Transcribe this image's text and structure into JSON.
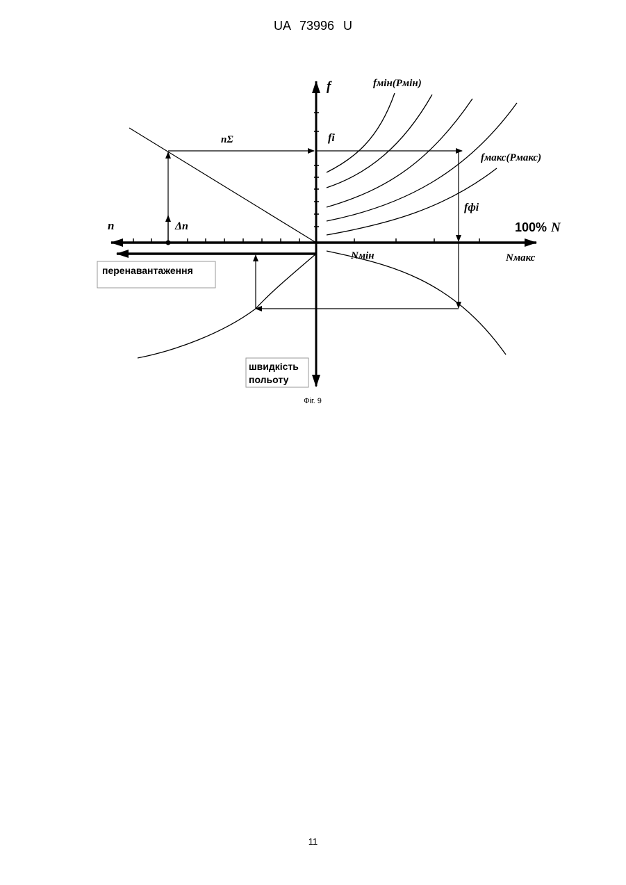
{
  "header": {
    "document_id": "UA   73996   U"
  },
  "figure": {
    "axis_f_label": "f",
    "axis_N_label": "N",
    "axis_n_label": "n",
    "percent_label": "100%",
    "f_min_label": "fмін(Pмін)",
    "f_max_label": "fмакс(Pмакс)",
    "fi_label": "fі",
    "ffi_label": "fфі",
    "n_sigma_label": "nΣ",
    "delta_n_label": "Δn",
    "N_min_label": "Nмін",
    "N_max_label": "Nмакс",
    "overload_label": "перенавантаження",
    "speed_label_line1": "швидкість",
    "speed_label_line2": "польоту",
    "caption": "Фіг. 9"
  },
  "footer": {
    "page_number": "11"
  }
}
